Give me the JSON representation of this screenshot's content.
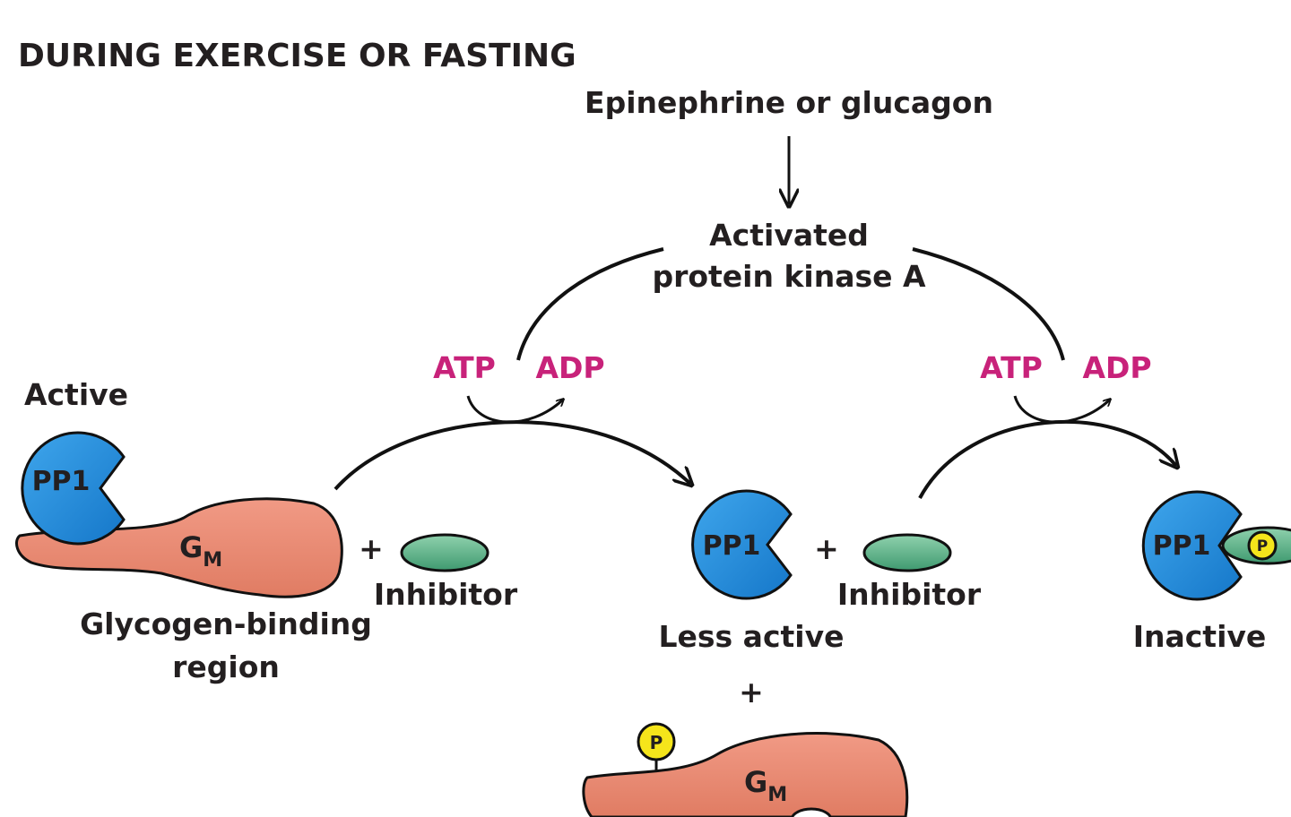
{
  "title": "DURING EXERCISE OR FASTING",
  "signal": "Epinephrine or glucagon",
  "kinase": {
    "line1": "Activated",
    "line2": "protein kinase A"
  },
  "cofactors": {
    "atp": "ATP",
    "adp": "ADP"
  },
  "states": {
    "active": "Active",
    "less_active": "Less active",
    "inactive": "Inactive"
  },
  "enzyme": "PP1",
  "gm": {
    "main": "G",
    "sub": "M"
  },
  "inhibitor": "Inhibitor",
  "plus": "+",
  "phosphate": "P",
  "region": {
    "line1": "Glycogen-binding",
    "line2": "region"
  },
  "colors": {
    "pp1_fill": "#1e88d8",
    "gm_fill": "#ea8a73",
    "inhibitor_fill": "#5fb58a",
    "phosphate_fill": "#f5e51b",
    "cofactor_text": "#c8227a"
  }
}
